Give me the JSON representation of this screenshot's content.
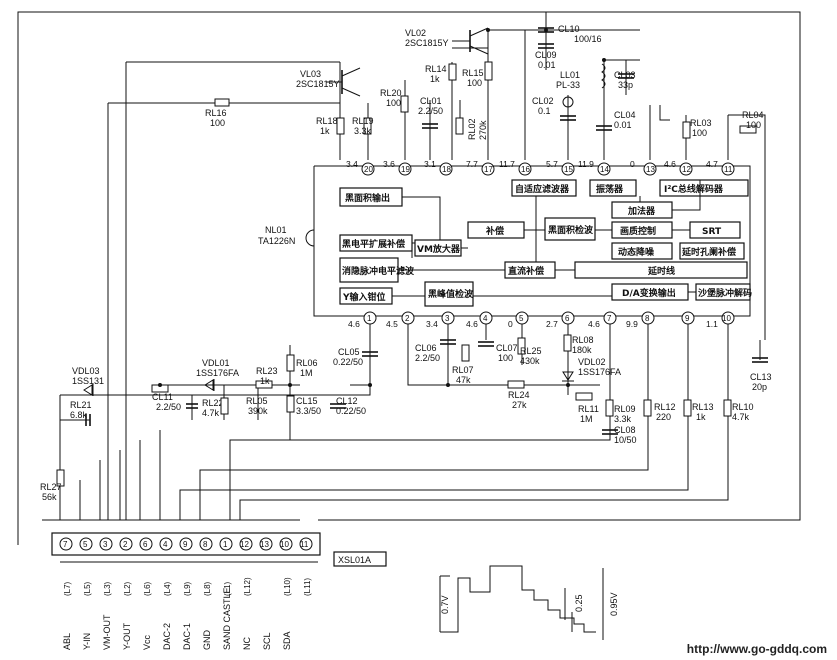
{
  "ic": {
    "ref": "NL01",
    "part": "TA1226N"
  },
  "transistors": [
    {
      "ref": "VL02",
      "part": "2SC1815Y"
    },
    {
      "ref": "VL03",
      "part": "2SC1815Y"
    }
  ],
  "blocks": [
    "黑面积输出",
    "自适应滤波器",
    "振荡器",
    "I²C总线解码器",
    "加法器",
    "画质控制",
    "SRT",
    "动态降噪",
    "延时孔阑补偿",
    "补偿",
    "黑面积检波",
    "黑电平扩展补偿",
    "VM放大器",
    "消隐脉冲电平滤波",
    "直流补偿",
    "延时线",
    "Y输入钳位",
    "黑峰值检波",
    "D/A变换输出",
    "沙堡脉冲解码"
  ],
  "top_pins": [
    {
      "num": "20",
      "v": "3.4"
    },
    {
      "num": "19",
      "v": "3.6"
    },
    {
      "num": "18",
      "v": "3.1"
    },
    {
      "num": "17",
      "v": "7.7"
    },
    {
      "num": "16",
      "v": "11.7"
    },
    {
      "num": "15",
      "v": "5.7"
    },
    {
      "num": "14",
      "v": "11.9"
    },
    {
      "num": "13",
      "v": "0"
    },
    {
      "num": "12",
      "v": "4.6"
    },
    {
      "num": "11",
      "v": "4.7"
    }
  ],
  "bottom_pins": [
    {
      "num": "1",
      "v": "4.6"
    },
    {
      "num": "2",
      "v": "4.5"
    },
    {
      "num": "3",
      "v": "3.4"
    },
    {
      "num": "4",
      "v": "4.6"
    },
    {
      "num": "5",
      "v": "0"
    },
    {
      "num": "6",
      "v": "2.7"
    },
    {
      "num": "7",
      "v": "4.6"
    },
    {
      "num": "8",
      "v": "9.9"
    },
    {
      "num": "9",
      "v": ""
    },
    {
      "num": "10",
      "v": "1.1"
    }
  ],
  "components": [
    {
      "ref": "CL10",
      "val": "100/16"
    },
    {
      "ref": "CL09",
      "val": "0.01"
    },
    {
      "ref": "LL01",
      "val": "PL-33"
    },
    {
      "ref": "CL03",
      "val": "33p"
    },
    {
      "ref": "CL02",
      "val": "0.1"
    },
    {
      "ref": "CL04",
      "val": "0.01"
    },
    {
      "ref": "RL14",
      "val": "1k"
    },
    {
      "ref": "RL15",
      "val": "100"
    },
    {
      "ref": "RL16",
      "val": "100"
    },
    {
      "ref": "RL20",
      "val": "100"
    },
    {
      "ref": "RL18",
      "val": "1k"
    },
    {
      "ref": "RL19",
      "val": "3.3k"
    },
    {
      "ref": "CL01",
      "val": "2.2/50"
    },
    {
      "ref": "RL02",
      "val": "270k"
    },
    {
      "ref": "RL03",
      "val": "100"
    },
    {
      "ref": "RL04",
      "val": "100"
    },
    {
      "ref": "VDL03",
      "val": "1SS131"
    },
    {
      "ref": "VDL01",
      "val": "1SS176FA"
    },
    {
      "ref": "RL23",
      "val": "1k"
    },
    {
      "ref": "RL06",
      "val": "1M"
    },
    {
      "ref": "CL05",
      "val": "0.22/50"
    },
    {
      "ref": "CL15",
      "val": "3.3/50"
    },
    {
      "ref": "RL21",
      "val": "6.8k"
    },
    {
      "ref": "CL11",
      "val": "2.2/50"
    },
    {
      "ref": "RL22",
      "val": "4.7k"
    },
    {
      "ref": "RL05",
      "val": "390k"
    },
    {
      "ref": "CL12",
      "val": "0.22/50"
    },
    {
      "ref": "CL06",
      "val": "2.2/50"
    },
    {
      "ref": "RL07",
      "val": "47k"
    },
    {
      "ref": "CL07",
      "val": "100"
    },
    {
      "ref": "RL25",
      "val": "430k"
    },
    {
      "ref": "RL08",
      "val": "180k"
    },
    {
      "ref": "VDL02",
      "val": "1SS176FA"
    },
    {
      "ref": "RL24",
      "val": "27k"
    },
    {
      "ref": "RL11",
      "val": "1M"
    },
    {
      "ref": "RL09",
      "val": "3.3k"
    },
    {
      "ref": "CL08",
      "val": "10/50"
    },
    {
      "ref": "RL12",
      "val": "220"
    },
    {
      "ref": "RL13",
      "val": "1k"
    },
    {
      "ref": "RL10",
      "val": "4.7k"
    },
    {
      "ref": "CL13",
      "val": "20p"
    },
    {
      "ref": "RL27",
      "val": "56k"
    }
  ],
  "connector": {
    "ref": "XSL01A",
    "pins": [
      {
        "num": "7",
        "sig": "ABL",
        "line": "(L7)"
      },
      {
        "num": "5",
        "sig": "Y-IN",
        "line": "(L5)"
      },
      {
        "num": "3",
        "sig": "VM-OUT",
        "line": "(L3)"
      },
      {
        "num": "2",
        "sig": "Y-OUT",
        "line": "(L2)"
      },
      {
        "num": "6",
        "sig": "Vcc",
        "line": "(L6)"
      },
      {
        "num": "4",
        "sig": "DAC-2",
        "line": "(L4)"
      },
      {
        "num": "9",
        "sig": "DAC-1",
        "line": "(L9)"
      },
      {
        "num": "8",
        "sig": "GND",
        "line": "(L8)"
      },
      {
        "num": "1",
        "sig": "SAND CASTLE",
        "line": "(L1)"
      },
      {
        "num": "12",
        "sig": "NC",
        "line": "(L12)"
      },
      {
        "num": "13",
        "sig": "SCL",
        "line": ""
      },
      {
        "num": "10",
        "sig": "SDA",
        "line": "(L10)"
      },
      {
        "num": "11",
        "sig": "",
        "line": "(L11)"
      }
    ]
  },
  "waveform": {
    "labels": [
      "0.7V",
      "0.25",
      "0.95V"
    ]
  },
  "footer": {
    "url": "http://www.go-gddq.com"
  }
}
